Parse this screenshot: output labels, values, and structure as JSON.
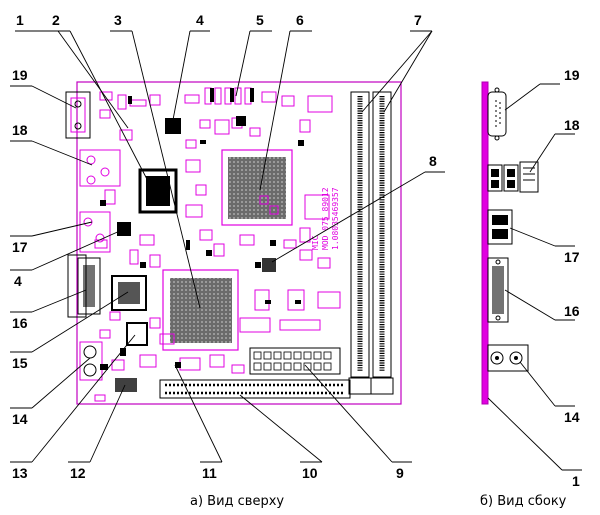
{
  "top_view": {
    "caption": "а) Вид сверху",
    "board_marking": [
      "MIC",
      "MOD 075 89012",
      "1.08035469357"
    ],
    "callouts": [
      "1",
      "2",
      "3",
      "4",
      "5",
      "6",
      "7",
      "8",
      "9",
      "10",
      "11",
      "12",
      "13",
      "14",
      "15",
      "16",
      "17",
      "18",
      "19"
    ]
  },
  "side_view": {
    "caption": "б) Вид сбоку",
    "callouts": [
      "19",
      "18",
      "17",
      "16",
      "14",
      "1"
    ]
  },
  "colors": {
    "silkscreen": "#e100e1",
    "outline": "#000000"
  }
}
